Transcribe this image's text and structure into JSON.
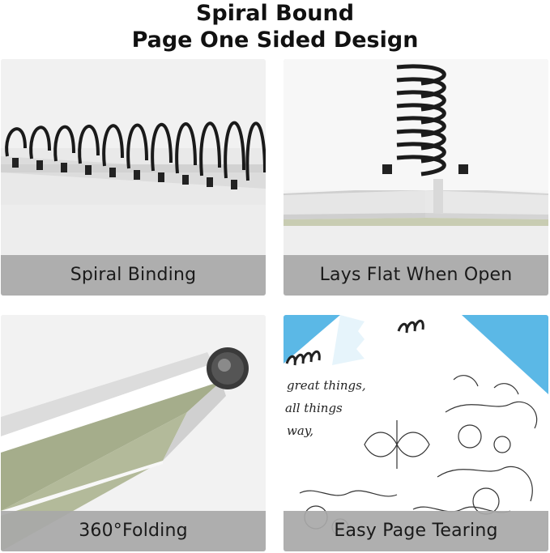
{
  "heading": {
    "line1": "Spiral Bound",
    "line2": "Page One Sided Design"
  },
  "panels": [
    {
      "caption": "Spiral Binding",
      "image": "spiral-coil-closeup"
    },
    {
      "caption": "Lays Flat When Open",
      "image": "book-lying-flat"
    },
    {
      "caption": "360°Folding",
      "image": "book-folded-back"
    },
    {
      "caption": "Easy Page Tearing",
      "image": "coloring-page-tearing"
    }
  ],
  "page_quote": [
    "great things,",
    "all things",
    "way,"
  ]
}
